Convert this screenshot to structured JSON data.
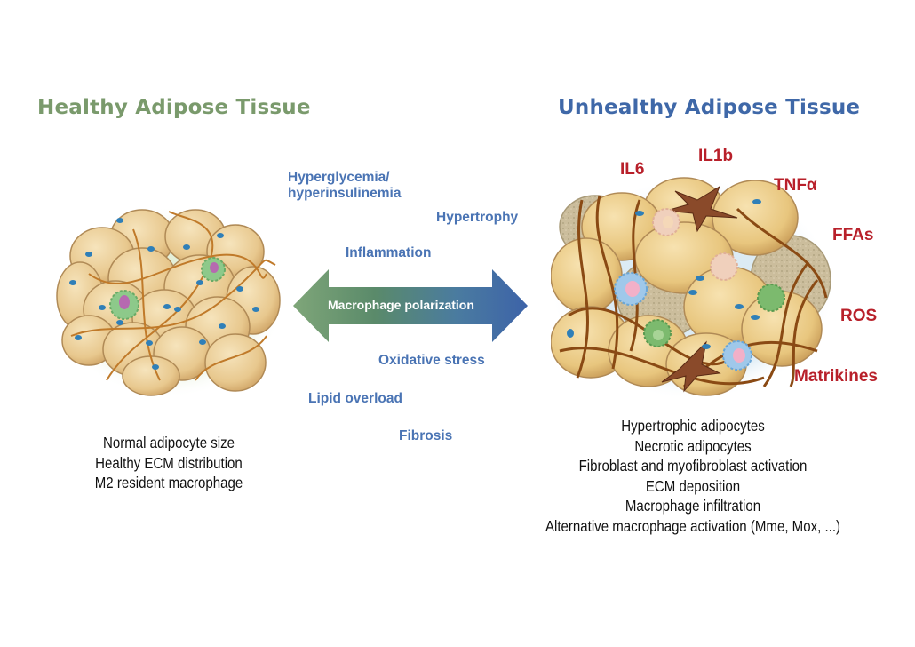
{
  "titles": {
    "healthy": "Healthy Adipose Tissue",
    "unhealthy": "Unhealthy Adipose Tissue"
  },
  "center": {
    "arrow_label": "Macrophage polarization",
    "factors": [
      "Hyperglycemia/",
      "hyperinsulinemia",
      "Hypertrophy",
      "Inflammation",
      "Oxidative stress",
      "Lipid overload",
      "Fibrosis"
    ]
  },
  "cytokines": [
    "IL6",
    "IL1b",
    "TNFα",
    "FFAs",
    "ROS",
    "Matrikines"
  ],
  "healthy_features": [
    "Normal adipocyte size",
    "Healthy ECM distribution",
    "M2 resident macrophage"
  ],
  "unhealthy_features": [
    "Hypertrophic adipocytes",
    "Necrotic adipocytes",
    "Fibroblast and myofibroblast activation",
    "ECM deposition",
    "Macrophage infiltration",
    "Alternative macrophage activation (Mme, Mox, ...)"
  ],
  "colors": {
    "healthy_green": "#7a9a6c",
    "unhealthy_blue": "#3f68a8",
    "factor_blue": "#4a74b4",
    "cytokine_red": "#b8202a",
    "adipocyte": "#e9c98a",
    "fiber": "#9a5a1c"
  }
}
